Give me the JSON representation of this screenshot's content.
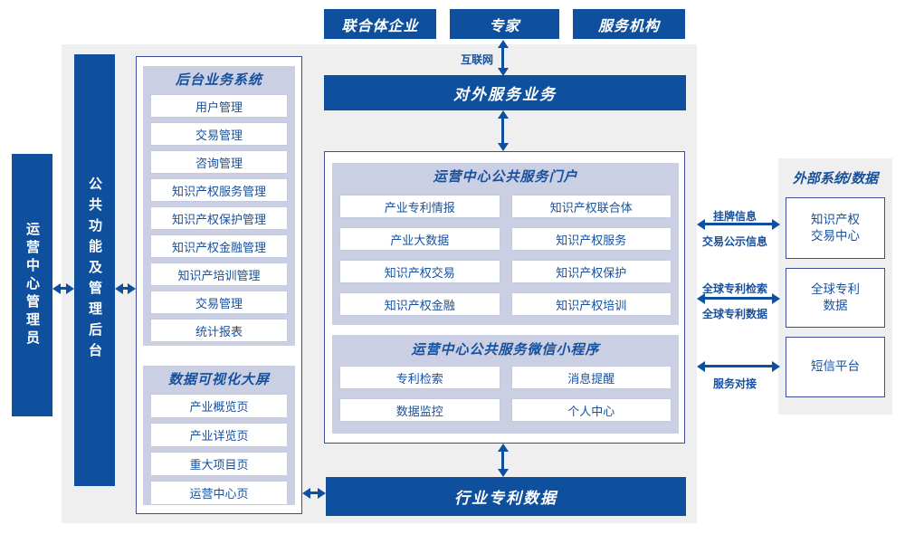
{
  "colors": {
    "primary": "#0e4f9e",
    "panel_bg": "#efefef",
    "section_bg": "#cbcfe4",
    "box_border": "#3d4d9b",
    "item_border": "#c6cade",
    "text_blue": "#17509c"
  },
  "top_actors": [
    "联合体企业",
    "专家",
    "服务机构"
  ],
  "labels": {
    "internet": "互联网"
  },
  "bars": {
    "external": "对外服务业务",
    "industry": "行业专利数据"
  },
  "left": {
    "admin": "运营中心管理员",
    "backend": "公共功能及管理后台",
    "backend_system": {
      "title": "后台业务系统",
      "items": [
        "用户管理",
        "交易管理",
        "咨询管理",
        "知识产权服务管理",
        "知识产权保护管理",
        "知识产权金融管理",
        "知识产培训管理",
        "交易管理",
        "统计报表"
      ]
    },
    "dashboard": {
      "title": "数据可视化大屏",
      "items": [
        "产业概览页",
        "产业详览页",
        "重大项目页",
        "运营中心页"
      ]
    }
  },
  "center": {
    "portal": {
      "title": "运营中心公共服务门户",
      "items": [
        "产业专利情报",
        "知识产权联合体",
        "产业大数据",
        "知识产权服务",
        "知识产权交易",
        "知识产权保护",
        "知识产权金融",
        "知识产权培训"
      ]
    },
    "mini": {
      "title": "运营中心公共服务微信小程序",
      "items": [
        "专利检索",
        "消息提醒",
        "数据监控",
        "个人中心"
      ]
    }
  },
  "right": {
    "title": "外部系统/数据",
    "systems": [
      {
        "lines": [
          "知识产权",
          "交易中心"
        ]
      },
      {
        "lines": [
          "全球专利",
          "数据"
        ]
      },
      {
        "lines": [
          "短信平台"
        ]
      }
    ],
    "links": [
      {
        "above": "挂牌信息",
        "below": "交易公示信息"
      },
      {
        "above": "全球专利检索",
        "below": "全球专利数据"
      },
      {
        "above": "",
        "below": "服务对接"
      }
    ]
  }
}
